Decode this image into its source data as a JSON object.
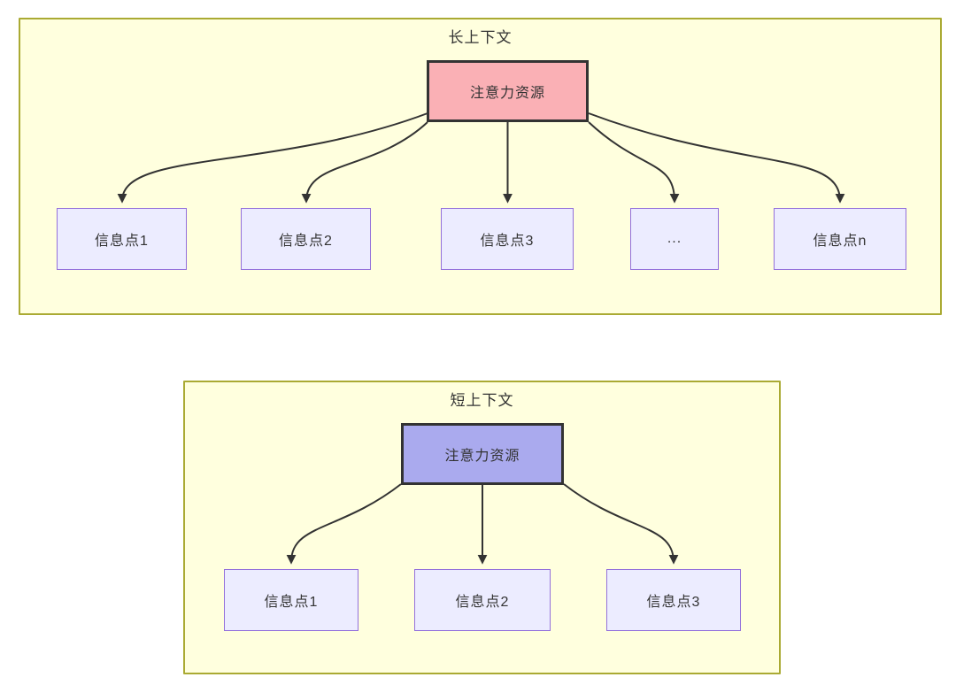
{
  "colors": {
    "cluster_fill": "#ffffde",
    "cluster_border": "#aaaa33",
    "info_node_fill": "#ececff",
    "info_node_border": "#9370db",
    "attention_long_fill": "#fab0b5",
    "attention_short_fill": "#aaaaee",
    "attention_border": "#333333",
    "edge_color": "#333333",
    "text_color": "#333333"
  },
  "long_context": {
    "title": "长上下文",
    "attention_label": "注意力资源",
    "info_points": [
      {
        "label": "信息点1"
      },
      {
        "label": "信息点2"
      },
      {
        "label": "信息点3"
      },
      {
        "label": "..."
      },
      {
        "label": "信息点n"
      }
    ]
  },
  "short_context": {
    "title": "短上下文",
    "attention_label": "注意力资源",
    "info_points": [
      {
        "label": "信息点1"
      },
      {
        "label": "信息点2"
      },
      {
        "label": "信息点3"
      }
    ]
  }
}
